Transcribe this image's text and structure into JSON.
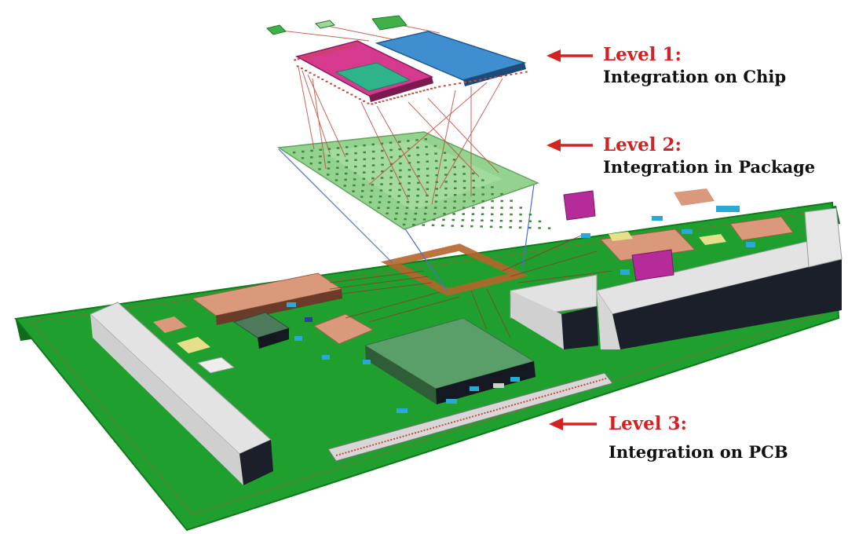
{
  "levels": [
    {
      "title": "Level 1:",
      "description": "Integration on Chip"
    },
    {
      "title": "Level 2:",
      "description": "Integration in Package"
    },
    {
      "title": "Level 3:",
      "description": "Integration on PCB"
    }
  ],
  "colors": {
    "board": "#1fa02e",
    "board_edge": "#117a1e",
    "package": "#8fd18a",
    "die_magenta": "#d63a8e",
    "die_blue": "#3f8fd0",
    "die_inner": "#2fb38a",
    "trace": "#c44a3a",
    "copper": "#d9997a",
    "connector": "#e6e6e6",
    "arrow": "#d42222"
  }
}
